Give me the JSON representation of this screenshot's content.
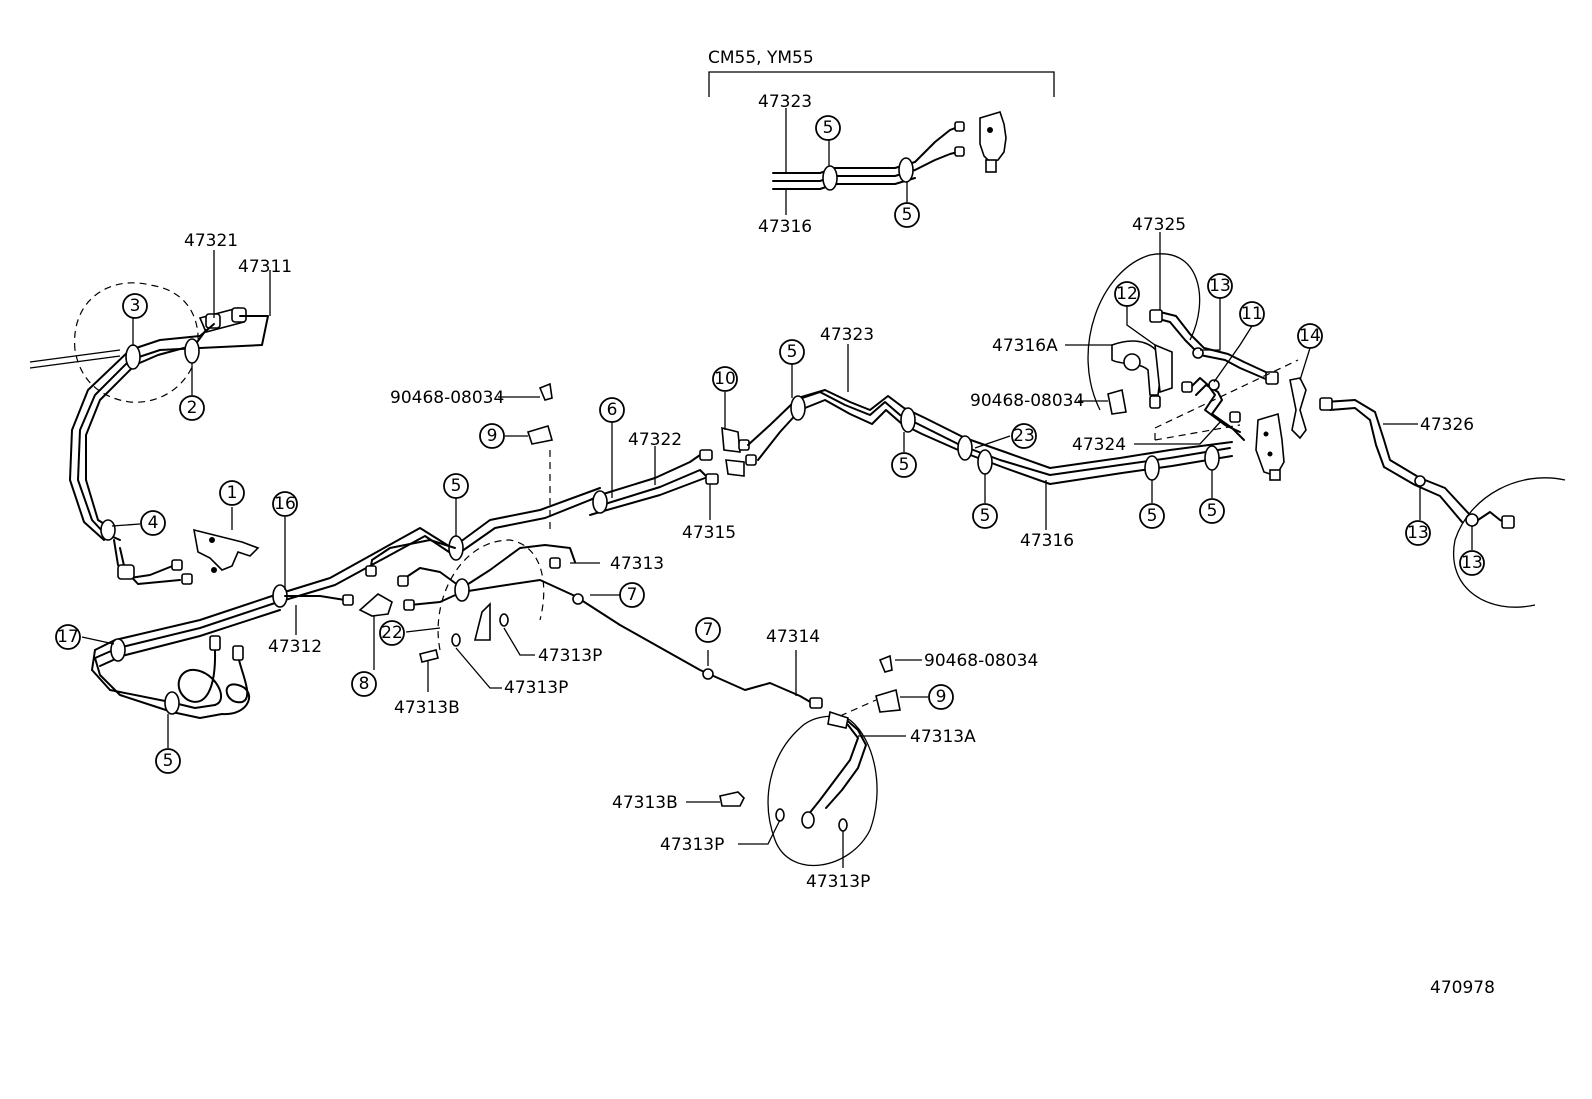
{
  "header_note": "CM55, YM55",
  "figure_code": "470978",
  "part_labels": {
    "p47323_top": "47323",
    "p47316_top": "47316",
    "p47321": "47321",
    "p47311": "47311",
    "p47325": "47325",
    "p47316A": "47316A",
    "p47323": "47323",
    "p47322": "47322",
    "p47315": "47315",
    "p47316": "47316",
    "p47324": "47324",
    "p47326": "47326",
    "p47312": "47312",
    "p47313": "47313",
    "p47313P_a": "47313P",
    "p47313P_b": "47313P",
    "p47313B_a": "47313B",
    "p47314": "47314",
    "p47313A": "47313A",
    "p47313B_b": "47313B",
    "p47313P_c": "47313P",
    "p47313P_d": "47313P",
    "clip_a": "90468-08034",
    "clip_b": "90468-08034",
    "clip_c": "90468-08034"
  },
  "callouts": {
    "c1": "1",
    "c2": "2",
    "c3": "3",
    "c4": "4",
    "c5a": "5",
    "c5b": "5",
    "c5c": "5",
    "c5d": "5",
    "c5e": "5",
    "c5f": "5",
    "c5g": "5",
    "c5h": "5",
    "c6": "6",
    "c7a": "7",
    "c7b": "7",
    "c8": "8",
    "c9a": "9",
    "c9b": "9",
    "c10": "10",
    "c11": "11",
    "c12": "12",
    "c13a": "13",
    "c13b": "13",
    "c13c": "13",
    "c14": "14",
    "c16": "16",
    "c17": "17",
    "c22": "22",
    "c23": "23"
  }
}
